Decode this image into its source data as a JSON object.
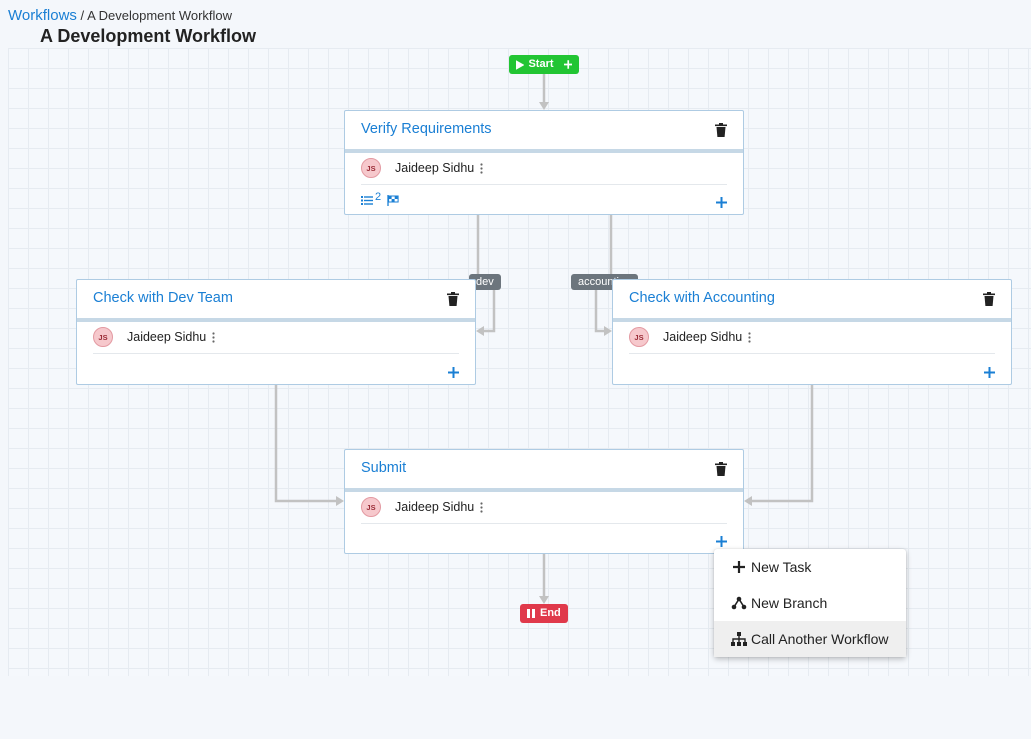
{
  "breadcrumb": {
    "root": "Workflows",
    "separator": "/",
    "current": "A Development Workflow"
  },
  "page_title": "A Development Workflow",
  "start_label": "Start",
  "end_label": "End",
  "edge_labels": {
    "dev": "dev",
    "accounting": "accounting"
  },
  "tasks": {
    "verify": {
      "title": "Verify Requirements",
      "assignee": "Jaideep Sidhu",
      "initials": "JS",
      "checklist_count": "2"
    },
    "dev": {
      "title": "Check with Dev Team",
      "assignee": "Jaideep Sidhu",
      "initials": "JS"
    },
    "accounting": {
      "title": "Check with Accounting",
      "assignee": "Jaideep Sidhu",
      "initials": "JS"
    },
    "submit": {
      "title": "Submit",
      "assignee": "Jaideep Sidhu",
      "initials": "JS"
    }
  },
  "menu": {
    "new_task": "New Task",
    "new_branch": "New Branch",
    "call_workflow": "Call Another Workflow"
  },
  "colors": {
    "link": "#1a7fd4",
    "start": "#22c533",
    "end": "#e0394b",
    "edge": "#c2c2c2"
  }
}
